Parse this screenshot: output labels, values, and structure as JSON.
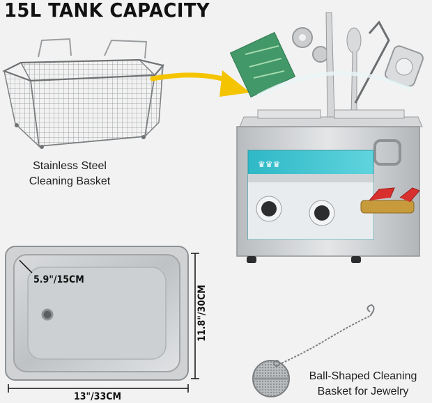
{
  "headline": "15L TANK CAPACITY",
  "basket_caption": {
    "line1": "Stainless Steel",
    "line2": "Cleaning Basket"
  },
  "jewelry_caption": {
    "line1": "Ball-Shaped Cleaning",
    "line2": "Basket for Jewelry"
  },
  "dimensions": {
    "depth": "5.9\"/15CM",
    "height": "11.8\"/30CM",
    "width": "13\"/33CM"
  },
  "colors": {
    "accent_arrow": "#f5c400",
    "panel_teal": "#3ec6d3",
    "steel": "#c9cbcd",
    "valve_red": "#d8302e"
  },
  "icons": [
    "ultrasonic-cleaner-icon",
    "wire-basket-icon",
    "steel-tank-tray-icon",
    "mesh-ball-icon",
    "arrow-icon"
  ]
}
